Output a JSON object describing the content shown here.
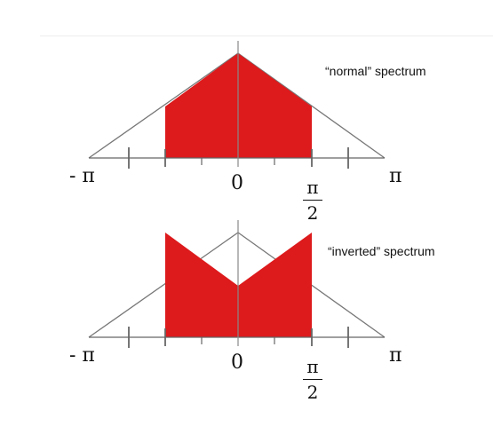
{
  "colors": {
    "fill": "#dd1a1c",
    "axis": "#666666",
    "line": "#777777",
    "text": "#111111"
  },
  "panels": [
    {
      "id": "normal",
      "label": "“normal” spectrum",
      "ticks": {
        "left": "- π",
        "zero": "0",
        "right": "π",
        "half_num": "π",
        "half_den": "2"
      }
    },
    {
      "id": "inverted",
      "label": "“inverted” spectrum",
      "ticks": {
        "left": "- π",
        "zero": "0",
        "right": "π",
        "half_num": "π",
        "half_den": "2"
      }
    }
  ]
}
